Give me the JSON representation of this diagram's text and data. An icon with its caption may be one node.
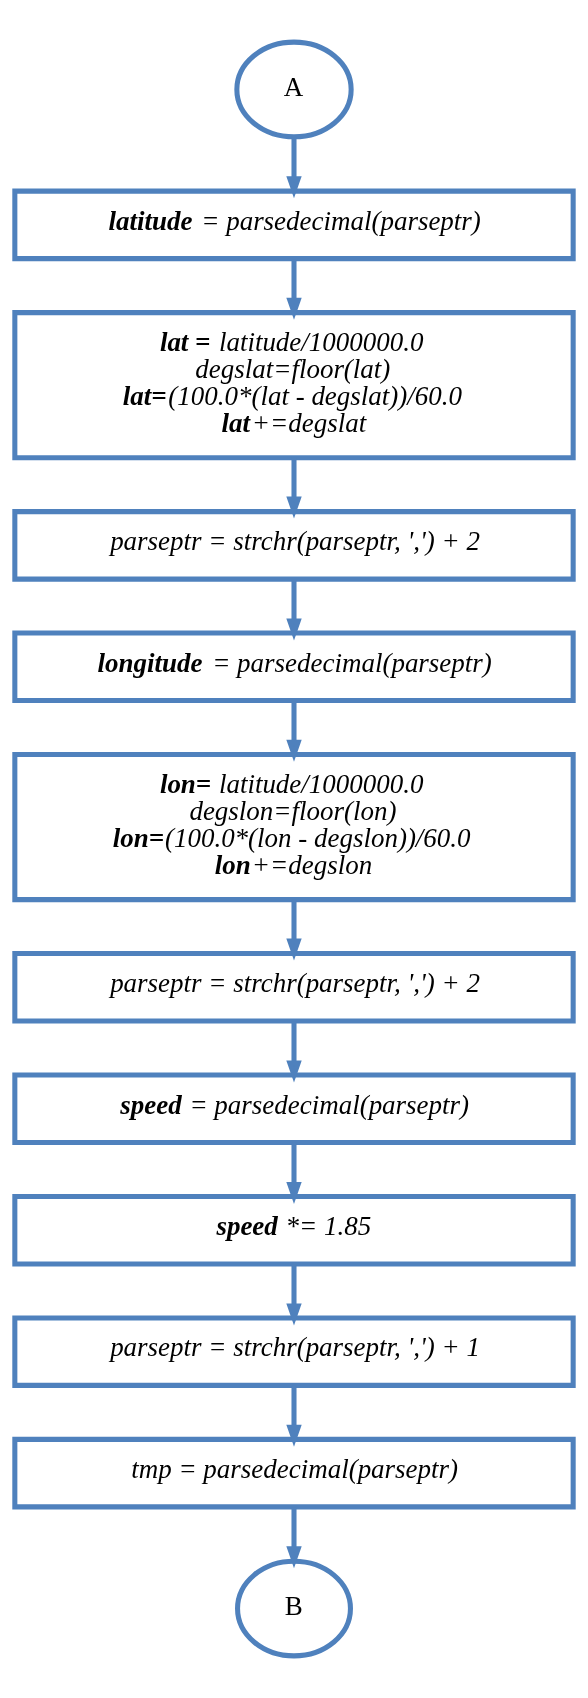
{
  "diagram": {
    "nodes": [
      {
        "text": [
          "A"
        ]
      },
      {
        "text": [
          "**latitude** = parsedecimal(parseptr)"
        ]
      },
      {
        "text": [
          "**lat =** latitude/1000000.0",
          "degslat=floor(lat)",
          "**lat=**(100.0*(lat - degslat))/60.0",
          "**lat**+=degslat"
        ]
      },
      {
        "text": [
          "parseptr = strchr(parseptr, ',') + 2"
        ]
      },
      {
        "text": [
          "**longitude** = parsedecimal(parseptr)"
        ]
      },
      {
        "text": [
          "**lon=** latitude/1000000.0",
          "degslon=floor(lon)",
          "**lon=**(100.0*(lon - degslon))/60.0",
          "**lon**+=degslon"
        ]
      },
      {
        "text": [
          "parseptr = strchr(parseptr, ',') + 2"
        ]
      },
      {
        "text": [
          "**speed** = parsedecimal(parseptr)"
        ]
      },
      {
        "text": [
          "**speed** *= 1.85"
        ]
      },
      {
        "text": [
          "parseptr = strchr(parseptr, ',') + 1"
        ]
      },
      {
        "text": [
          "tmp = parsedecimal(parseptr)"
        ]
      },
      {
        "text": [
          "B"
        ]
      }
    ],
    "edges": [
      {
        "from": 0,
        "to": 1,
        "arrow": "to"
      },
      {
        "from": 1,
        "to": 2,
        "arrow": "to"
      },
      {
        "from": 2,
        "to": 3,
        "arrow": "to"
      },
      {
        "from": 3,
        "to": 4,
        "arrow": "to"
      },
      {
        "from": 4,
        "to": 5,
        "arrow": "to"
      },
      {
        "from": 5,
        "to": 6,
        "arrow": "to"
      },
      {
        "from": 6,
        "to": 7,
        "arrow": "to"
      },
      {
        "from": 7,
        "to": 8,
        "arrow": "to"
      },
      {
        "from": 8,
        "to": 9,
        "arrow": "to"
      },
      {
        "from": 9,
        "to": 10,
        "arrow": "to"
      },
      {
        "from": 10,
        "to": 11,
        "arrow": "to"
      }
    ]
  }
}
